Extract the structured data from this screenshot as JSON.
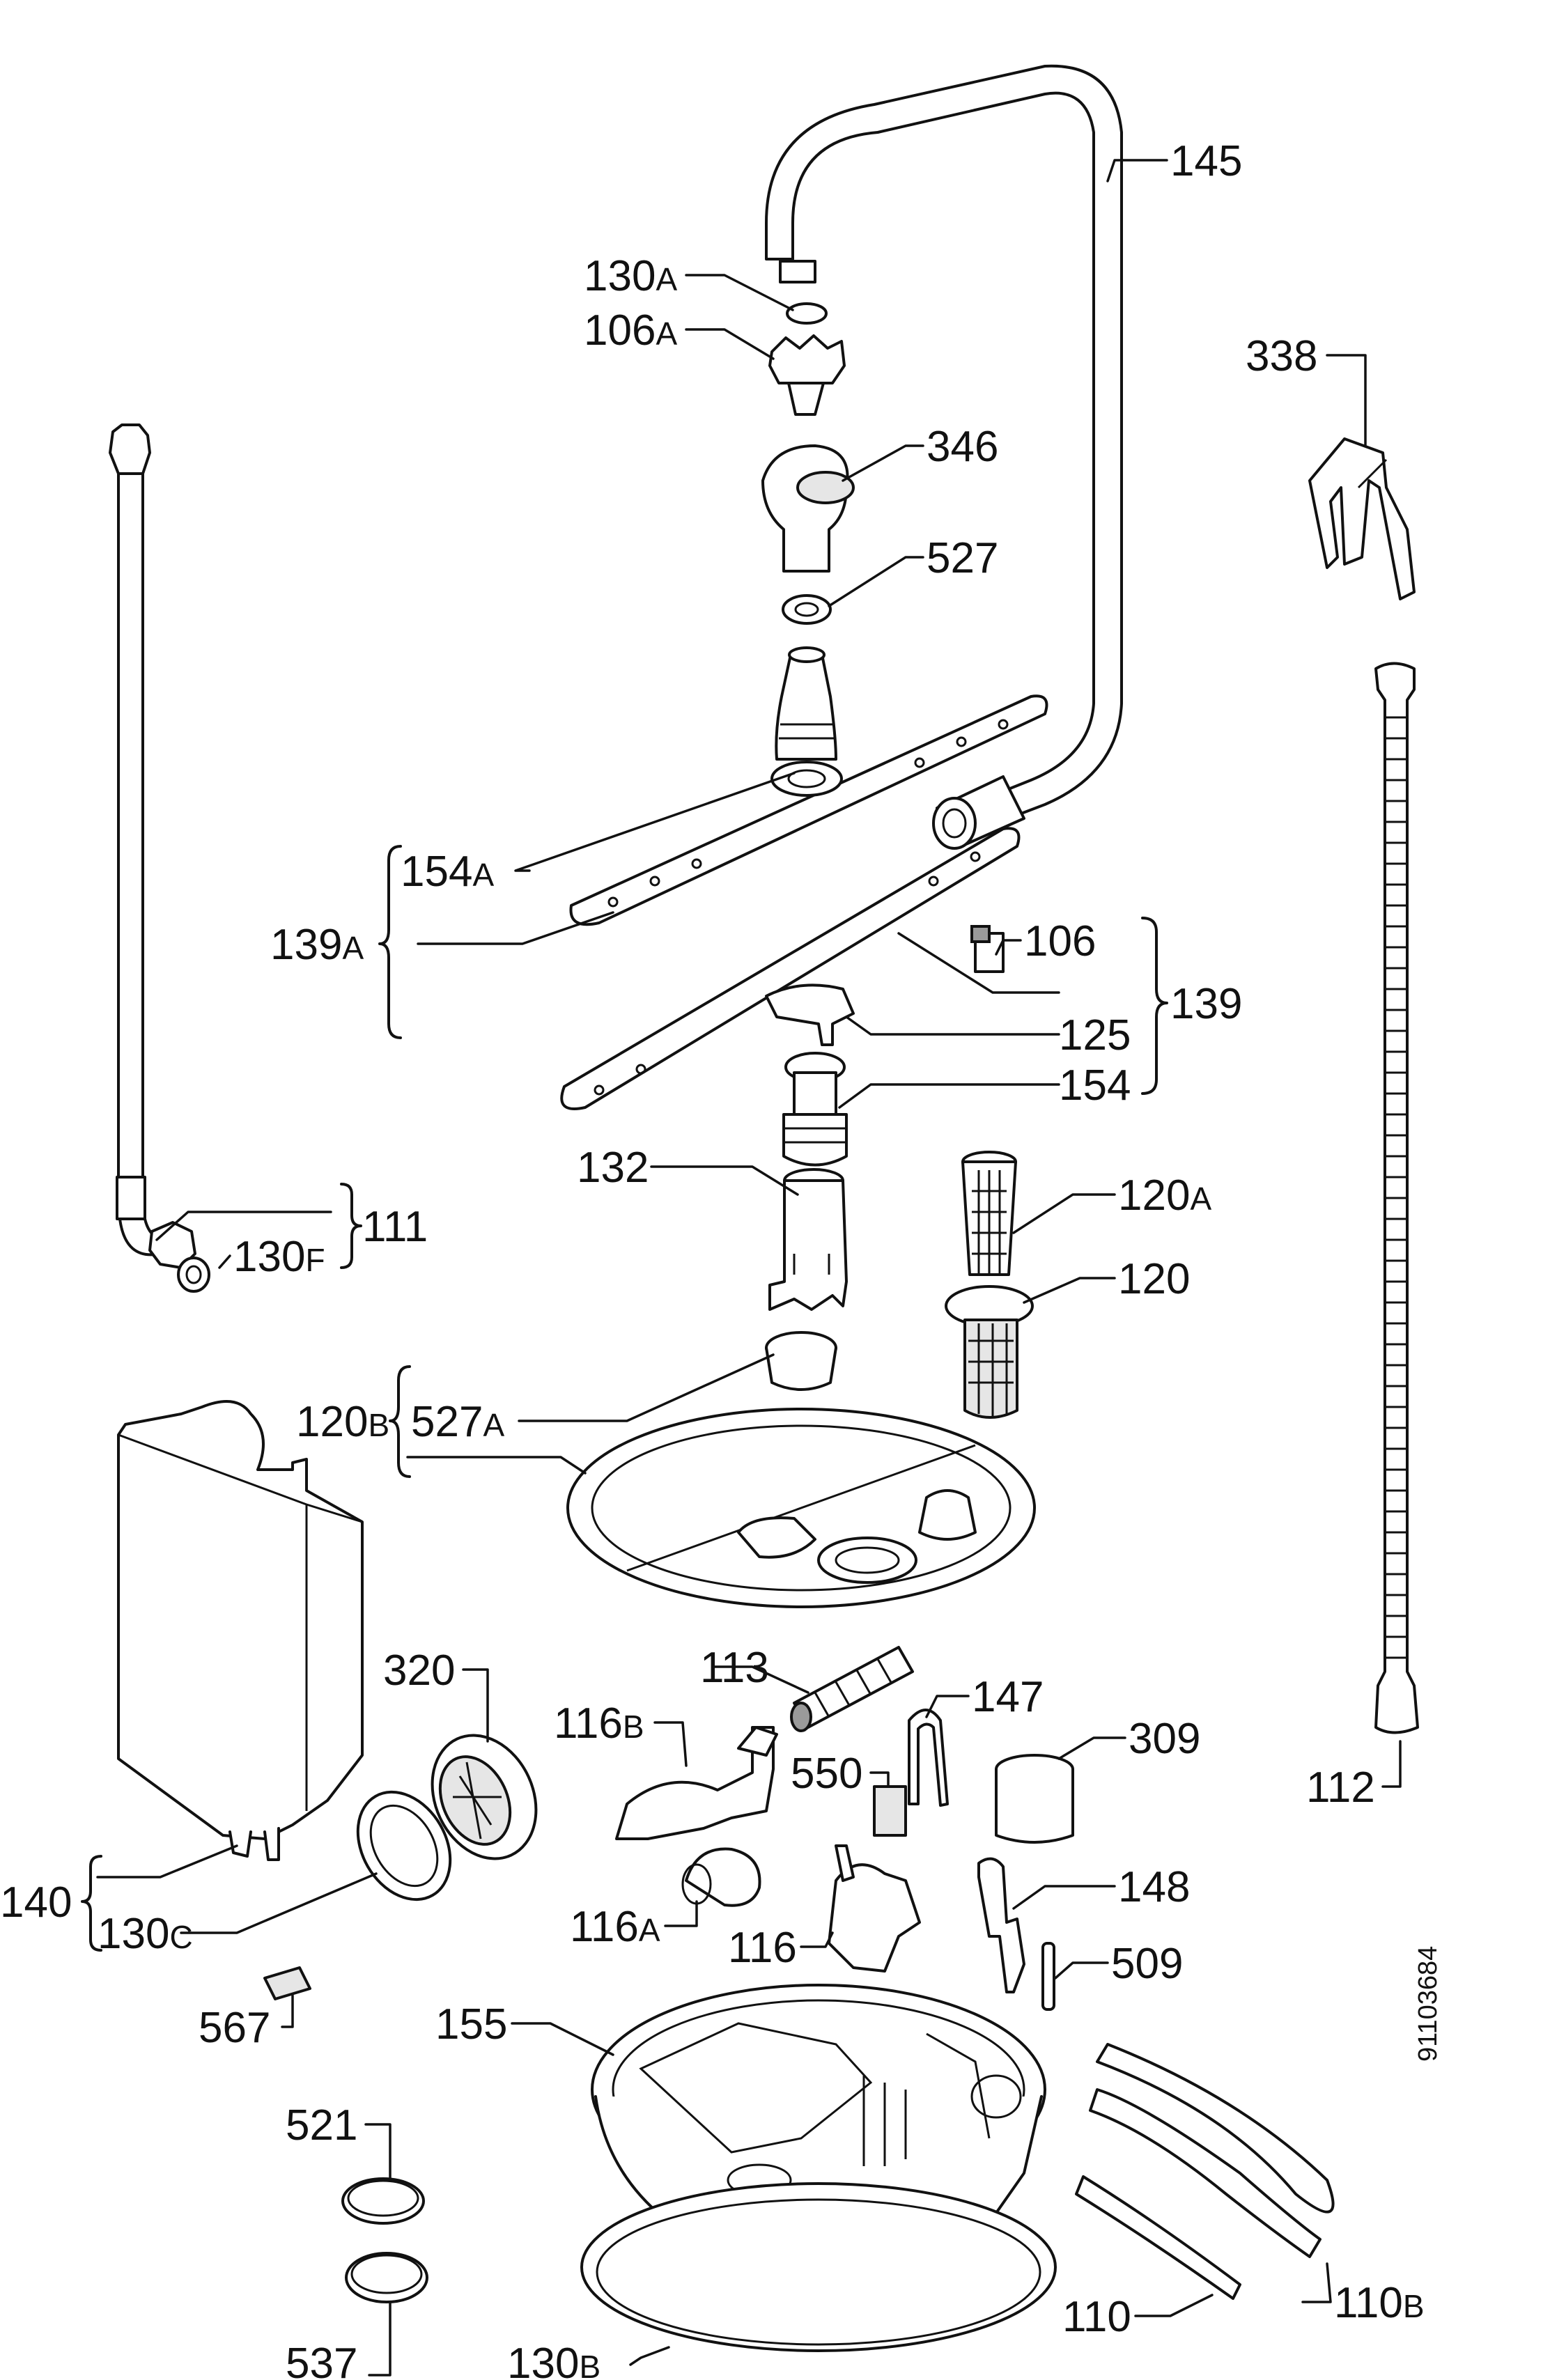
{
  "diagram_code": "91103684",
  "labels": {
    "p145": {
      "num": "145",
      "suf": ""
    },
    "p130A": {
      "num": "130",
      "suf": "A"
    },
    "p106A": {
      "num": "106",
      "suf": "A"
    },
    "p338": {
      "num": "338",
      "suf": ""
    },
    "p346": {
      "num": "346",
      "suf": ""
    },
    "p527": {
      "num": "527",
      "suf": ""
    },
    "p154A": {
      "num": "154",
      "suf": "A"
    },
    "p139A": {
      "num": "139",
      "suf": "A"
    },
    "p106": {
      "num": "106",
      "suf": ""
    },
    "p139": {
      "num": "139",
      "suf": ""
    },
    "p125": {
      "num": "125",
      "suf": ""
    },
    "p154": {
      "num": "154",
      "suf": ""
    },
    "p132": {
      "num": "132",
      "suf": ""
    },
    "p120A": {
      "num": "120",
      "suf": "A"
    },
    "p111": {
      "num": "111",
      "suf": ""
    },
    "p130F": {
      "num": "130",
      "suf": "F"
    },
    "p120": {
      "num": "120",
      "suf": ""
    },
    "p120B": {
      "num": "120",
      "suf": "B"
    },
    "p527A": {
      "num": "527",
      "suf": "A"
    },
    "p320": {
      "num": "320",
      "suf": ""
    },
    "p113": {
      "num": "113",
      "suf": ""
    },
    "p147": {
      "num": "147",
      "suf": ""
    },
    "p116B": {
      "num": "116",
      "suf": "B"
    },
    "p309": {
      "num": "309",
      "suf": ""
    },
    "p550": {
      "num": "550",
      "suf": ""
    },
    "p112": {
      "num": "112",
      "suf": ""
    },
    "p140": {
      "num": "140",
      "suf": ""
    },
    "p130C": {
      "num": "130",
      "suf": "C"
    },
    "p116A": {
      "num": "116",
      "suf": "A"
    },
    "p148": {
      "num": "148",
      "suf": ""
    },
    "p116": {
      "num": "116",
      "suf": ""
    },
    "p509": {
      "num": "509",
      "suf": ""
    },
    "p567": {
      "num": "567",
      "suf": ""
    },
    "p155": {
      "num": "155",
      "suf": ""
    },
    "p521": {
      "num": "521",
      "suf": ""
    },
    "p537": {
      "num": "537",
      "suf": ""
    },
    "p110": {
      "num": "110",
      "suf": ""
    },
    "p110B": {
      "num": "110",
      "suf": "B"
    },
    "p130B": {
      "num": "130",
      "suf": "B"
    }
  }
}
